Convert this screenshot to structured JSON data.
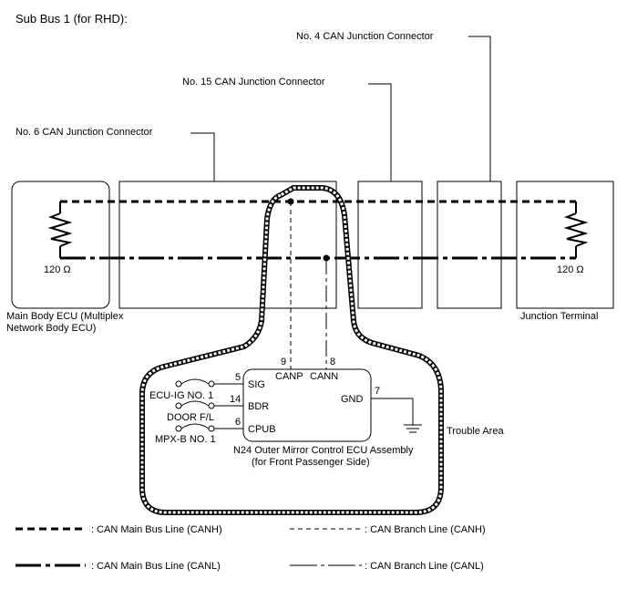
{
  "title": "Sub Bus 1 (for RHD):",
  "connectors": {
    "no4": "No. 4 CAN Junction Connector",
    "no15": "No. 15 CAN Junction Connector",
    "no6": "No. 6 CAN Junction Connector"
  },
  "main_body_ecu": {
    "line1": "Main Body ECU (Multiplex",
    "line2": "Network Body ECU)",
    "resistor": "120 Ω"
  },
  "junction_terminal": {
    "label": "Junction Terminal",
    "resistor": "120 Ω"
  },
  "ecu": {
    "pins": {
      "canp_num": "9",
      "cann_num": "8",
      "canp": "CANP",
      "cann": "CANN",
      "sig_num": "5",
      "sig": "SIG",
      "bdr_num": "14",
      "bdr": "BDR",
      "cpub_num": "6",
      "cpub": "CPUB",
      "gnd_num": "7",
      "gnd": "GND"
    },
    "fuses": {
      "ecu_ig": "ECU-IG NO. 1",
      "door": "DOOR F/L",
      "mpx": "MPX-B NO. 1"
    },
    "name_line1": "N24 Outer Mirror Control ECU Assembly",
    "name_line2": "(for Front Passenger Side)"
  },
  "trouble_area": "Trouble Area",
  "legend": {
    "main_canh": ": CAN Main Bus Line (CANH)",
    "branch_canh": ": CAN Branch Line (CANH)",
    "main_canl": ": CAN Main Bus Line (CANL)",
    "branch_canl": ": CAN Branch Line (CANL)"
  }
}
